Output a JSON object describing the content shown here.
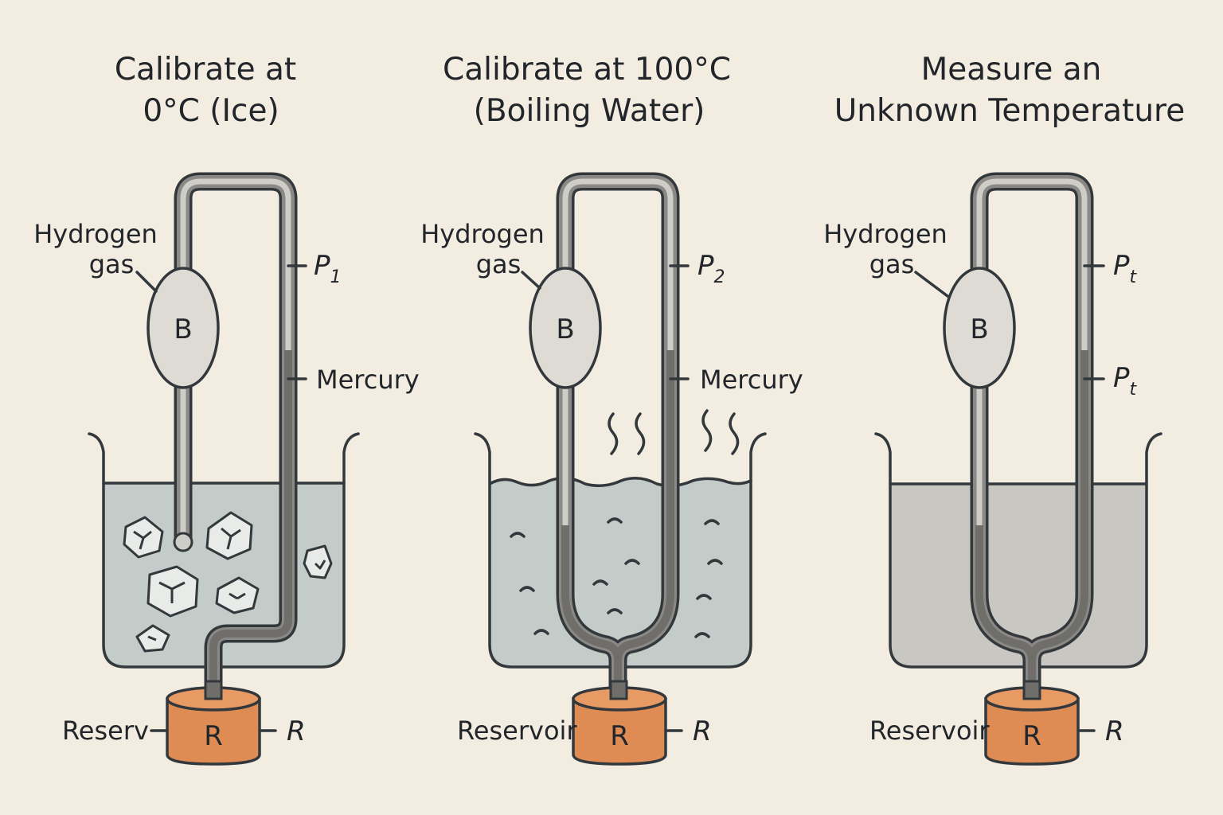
{
  "colors": {
    "background": "#f3ece1",
    "ink": "#33383c",
    "tube": "#7b7b78",
    "tube_inner": "#cfcdc8",
    "gas_bulb": "#dedad4",
    "water": "#c4ccc9",
    "gray_bath": "#c9c7c1",
    "mercury": "#6f6e6a",
    "reservoir": "#df8c54"
  },
  "panels": [
    {
      "id": "ice",
      "title_lines": [
        "Calibrate at",
        "0°C (Ice)"
      ],
      "gas_label_lines": [
        "Hydrogen",
        "gas"
      ],
      "bulb_label": "B",
      "pressure_label": "P",
      "pressure_sub": "1",
      "mercury_label": "Mercury",
      "reservoir_label": "Reserv",
      "reservoir_letter": "R",
      "reservoir_side": "R",
      "bath": "ice water"
    },
    {
      "id": "boil",
      "title_lines": [
        "Calibrate at 100°C",
        "(Boiling Water)"
      ],
      "gas_label_lines": [
        "Hydrogen",
        "gas"
      ],
      "bulb_label": "B",
      "pressure_label": "P",
      "pressure_sub": "2",
      "mercury_label": "Mercury",
      "reservoir_label": "Reservoir",
      "reservoir_letter": "R",
      "reservoir_side": "R",
      "bath": "boiling water"
    },
    {
      "id": "unknown",
      "title_lines": [
        "Measure an",
        "Unknown Temperature"
      ],
      "gas_label_lines": [
        "Hydrogen",
        "gas"
      ],
      "bulb_label": "B",
      "pressure_label": "P",
      "pressure_sub": "t",
      "pressure2_label": "P",
      "pressure2_sub": "t",
      "reservoir_label": "Reservoir",
      "reservoir_letter": "R",
      "reservoir_side": "R",
      "bath": "unknown"
    }
  ]
}
